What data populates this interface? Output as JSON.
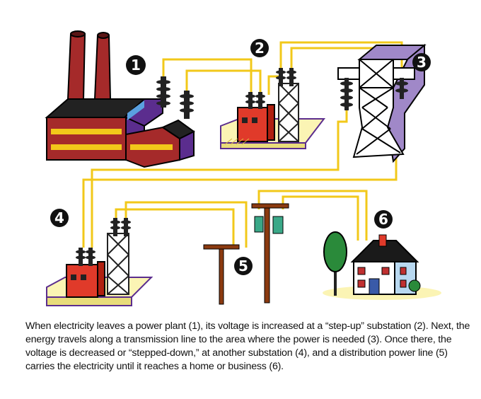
{
  "badges": [
    "1",
    "2",
    "3",
    "4",
    "5",
    "6"
  ],
  "caption": "When electricity leaves a power plant (1), its voltage is increased at a “step-up” substation (2). Next, the energy travels along a transmission line to the area where the power is needed (3). Once there, the voltage is decreased or “stepped-down,” at another substation (4), and a distribution power line (5) carries the electricity until it reaches a home or business (6).",
  "colors": {
    "wire": "#f2c81a",
    "plant_body": "#a52a2a",
    "plant_side": "#5b2d8e",
    "tower": "#a088c8",
    "transformer": "#e03a2a",
    "pad": "#fbf4b4",
    "pole": "#8b3a10",
    "house": "#ffffff",
    "roof": "#1a1a1a"
  }
}
